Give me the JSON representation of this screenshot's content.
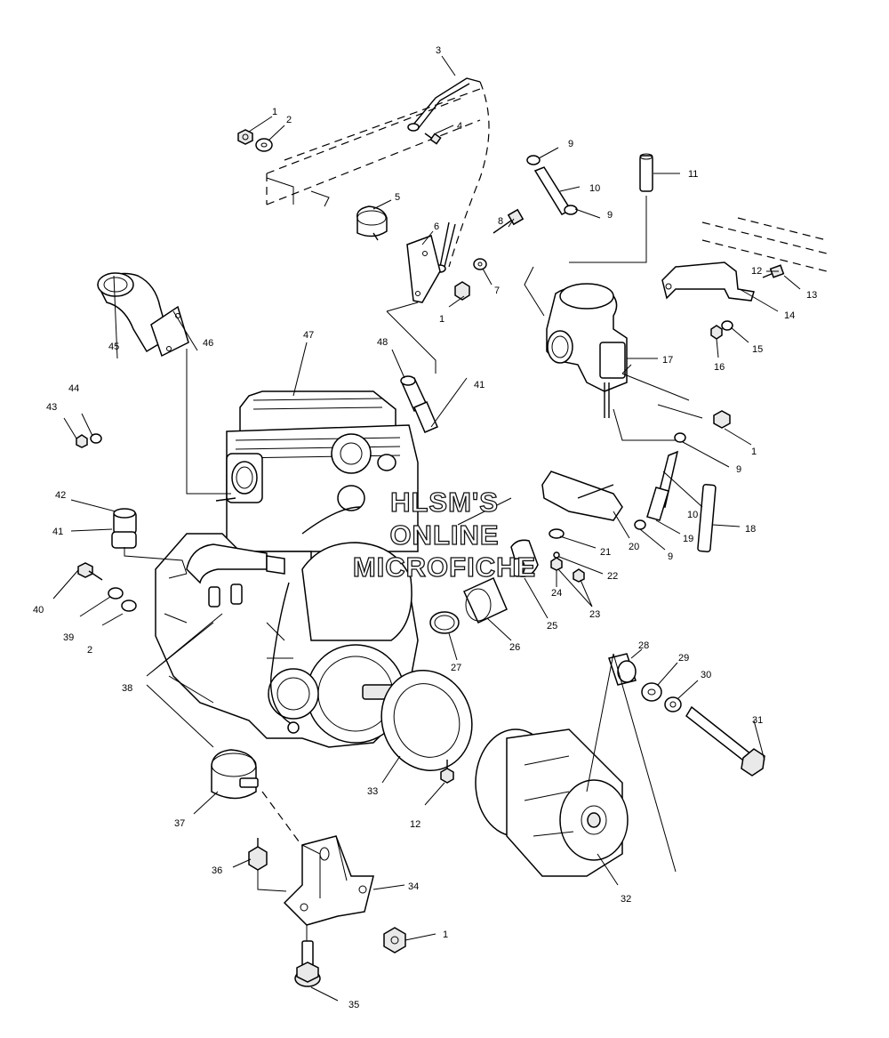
{
  "watermark": {
    "line1": "HLSM'S",
    "line2": "ONLINE",
    "line3": "MICROFICHE"
  },
  "callouts": [
    {
      "id": "c1a",
      "text": "1"
    },
    {
      "id": "c2a",
      "text": "2"
    },
    {
      "id": "c3",
      "text": "3"
    },
    {
      "id": "c4",
      "text": "4"
    },
    {
      "id": "c5",
      "text": "5"
    },
    {
      "id": "c6",
      "text": "6"
    },
    {
      "id": "c7",
      "text": "7"
    },
    {
      "id": "c8",
      "text": "8"
    },
    {
      "id": "c1b",
      "text": "1"
    },
    {
      "id": "c9a",
      "text": "9"
    },
    {
      "id": "c10a",
      "text": "10"
    },
    {
      "id": "c9b",
      "text": "9"
    },
    {
      "id": "c11",
      "text": "11"
    },
    {
      "id": "c12a",
      "text": "12"
    },
    {
      "id": "c13",
      "text": "13"
    },
    {
      "id": "c14",
      "text": "14"
    },
    {
      "id": "c15",
      "text": "15"
    },
    {
      "id": "c16",
      "text": "16"
    },
    {
      "id": "c17",
      "text": "17"
    },
    {
      "id": "c1c",
      "text": "1"
    },
    {
      "id": "c9c",
      "text": "9"
    },
    {
      "id": "c10b",
      "text": "10"
    },
    {
      "id": "c18",
      "text": "18"
    },
    {
      "id": "c19",
      "text": "19"
    },
    {
      "id": "c9d",
      "text": "9"
    },
    {
      "id": "c20",
      "text": "20"
    },
    {
      "id": "c21",
      "text": "21"
    },
    {
      "id": "c22",
      "text": "22"
    },
    {
      "id": "c23",
      "text": "23"
    },
    {
      "id": "c24",
      "text": "24"
    },
    {
      "id": "c25",
      "text": "25"
    },
    {
      "id": "c26",
      "text": "26"
    },
    {
      "id": "c27",
      "text": "27"
    },
    {
      "id": "c28",
      "text": "28"
    },
    {
      "id": "c29",
      "text": "29"
    },
    {
      "id": "c30",
      "text": "30"
    },
    {
      "id": "c31",
      "text": "31"
    },
    {
      "id": "c32",
      "text": "32"
    },
    {
      "id": "c12b",
      "text": "12"
    },
    {
      "id": "c33",
      "text": "33"
    },
    {
      "id": "c34",
      "text": "34"
    },
    {
      "id": "c1d",
      "text": "1"
    },
    {
      "id": "c35",
      "text": "35"
    },
    {
      "id": "c36",
      "text": "36"
    },
    {
      "id": "c37",
      "text": "37"
    },
    {
      "id": "c38",
      "text": "38"
    },
    {
      "id": "c2b",
      "text": "2"
    },
    {
      "id": "c39",
      "text": "39"
    },
    {
      "id": "c40",
      "text": "40"
    },
    {
      "id": "c41a",
      "text": "41"
    },
    {
      "id": "c42",
      "text": "42"
    },
    {
      "id": "c43",
      "text": "43"
    },
    {
      "id": "c44",
      "text": "44"
    },
    {
      "id": "c45",
      "text": "45"
    },
    {
      "id": "c46",
      "text": "46"
    },
    {
      "id": "c47",
      "text": "47"
    },
    {
      "id": "c48",
      "text": "48"
    },
    {
      "id": "c41b",
      "text": "41"
    }
  ]
}
